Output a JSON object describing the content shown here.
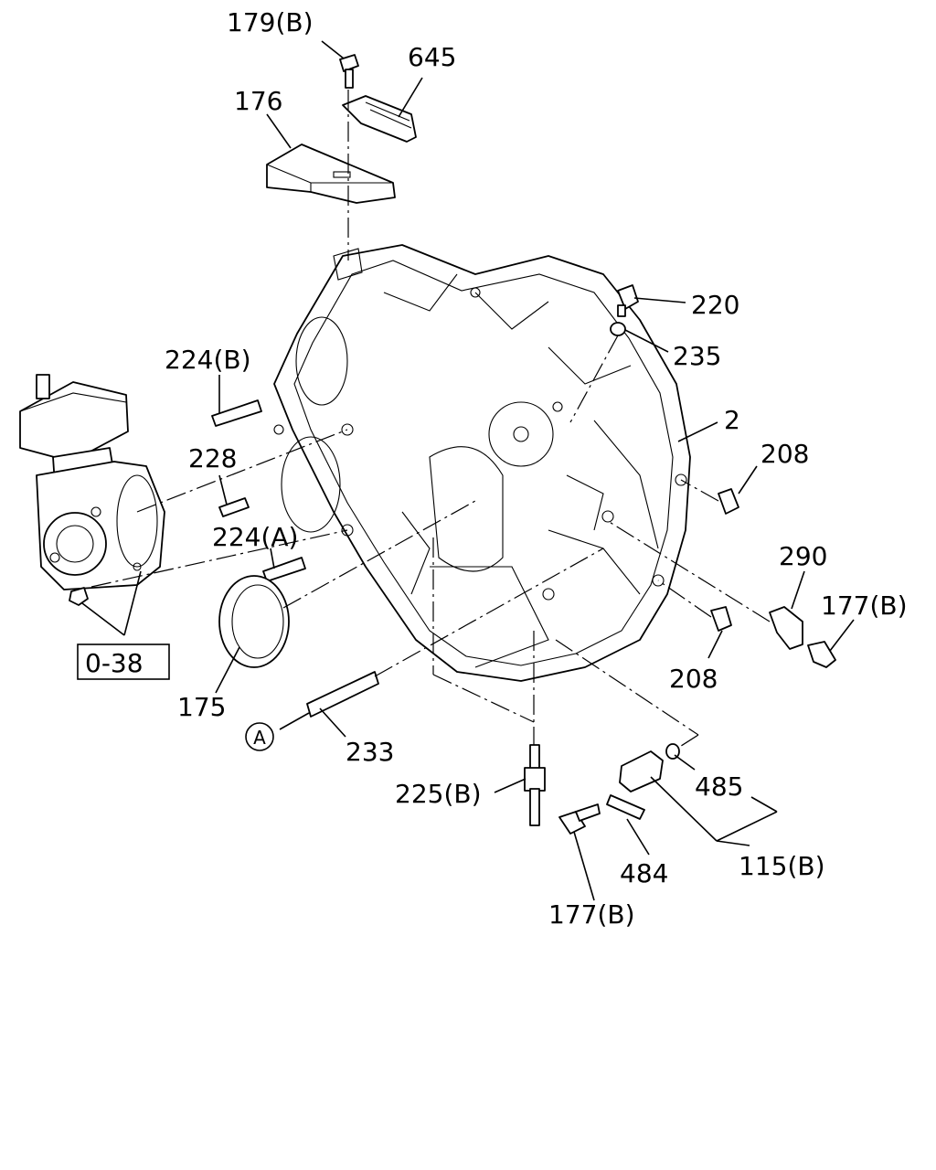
{
  "callouts": {
    "c179b_top": "179(B)",
    "c645": "645",
    "c176": "176",
    "c220": "220",
    "c235": "235",
    "c2": "2",
    "c208_upper": "208",
    "c224b": "224(B)",
    "c228": "228",
    "c224a": "224(A)",
    "c290": "290",
    "c177b_right": "177(B)",
    "c208_lower": "208",
    "c175": "175",
    "c233": "233",
    "c225b": "225(B)",
    "c485": "485",
    "c115b": "115(B)",
    "c484": "484",
    "c177b_bottom": "177(B)",
    "c038": "0-38",
    "circleA": "A"
  }
}
